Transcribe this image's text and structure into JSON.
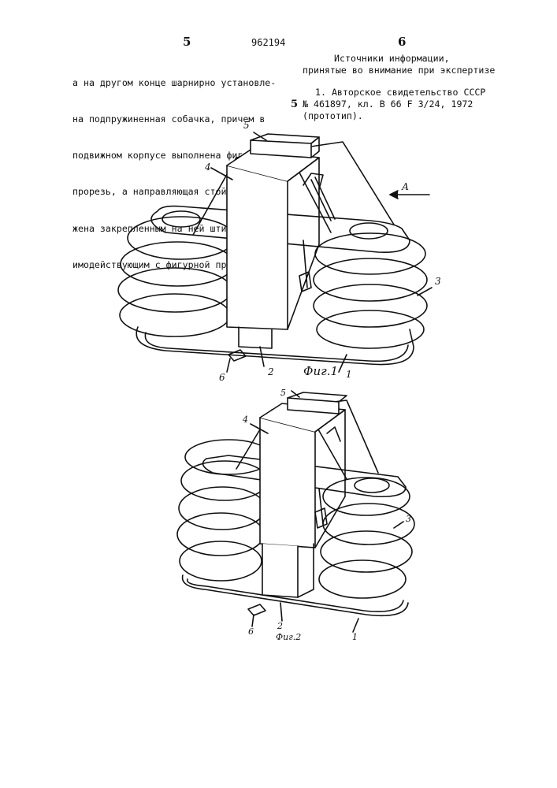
{
  "header": {
    "page_left": "5",
    "patent_number": "962194",
    "page_right": "6"
  },
  "left_column": {
    "lines": [
      "а на другом конце шарнирно установле-",
      "на подпружиненная собачка, причем в",
      "подвижном корпусе выполнена фигурная",
      "прорезь, а направляющая стойка снаб-",
      "жена закрепленным на ней штифтом,вза-",
      "имодействующим с фигурной прорезью."
    ]
  },
  "margin_line_number": "5",
  "right_column": {
    "sources_heading_1": "Источники информации,",
    "sources_heading_2": "принятые во внимание при экспертизе",
    "ref_lines": [
      "1. Авторское свидетельство СССР",
      "№ 461897, кл. В 66 F 3/24, 1972",
      "(прототип)."
    ]
  },
  "figure1": {
    "caption": "Фиг.1",
    "labels": {
      "l1": "1",
      "l2": "2",
      "l3": "3",
      "l4": "4",
      "l5": "5",
      "l6": "6",
      "arrow": "А"
    }
  },
  "figure2": {
    "caption": "Фиг.2",
    "labels": {
      "l1": "1",
      "l2": "2",
      "l3": "3",
      "l4": "4",
      "l5": "5",
      "l6": "6"
    }
  }
}
